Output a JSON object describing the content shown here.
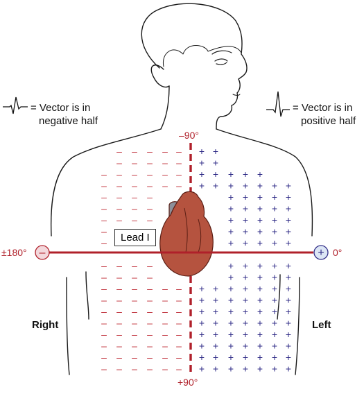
{
  "legend": {
    "negative": {
      "line1": "= Vector is in",
      "line2": "negative half",
      "icon": "negative-qrs-wave-icon"
    },
    "positive": {
      "line1": "= Vector is in",
      "line2": "positive half",
      "icon": "positive-qrs-wave-icon"
    }
  },
  "axis": {
    "top_label": "–90°",
    "bottom_label": "+90°",
    "left_label": "±180°",
    "right_label": "0°",
    "negative_electrode": "–",
    "positive_electrode": "+"
  },
  "lead_label": "Lead I",
  "sides": {
    "right": "Right",
    "left": "Left"
  },
  "signs": {
    "negative": "–",
    "positive": "+"
  },
  "colors": {
    "axis_red": "#b0202a",
    "minus_red": "#c0303a",
    "plus_blue": "#2e2a86",
    "heart": "#b5533f",
    "heart_dark": "#7a2a1e",
    "vessel": "#8c8f99"
  }
}
